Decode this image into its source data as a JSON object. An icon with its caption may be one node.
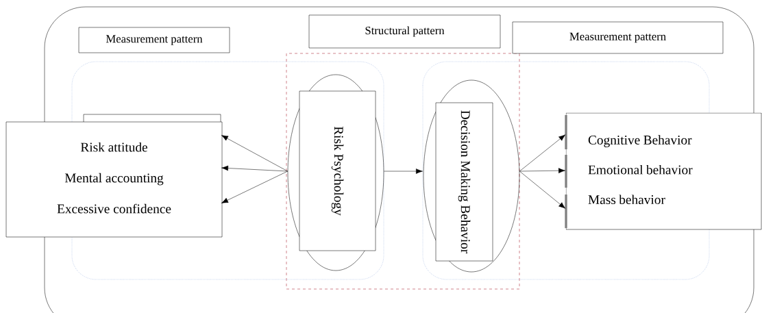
{
  "diagram": {
    "nodes": [
      {
        "text": [
          "Measurement pattern"
        ]
      },
      {
        "text": [
          "Structural pattern"
        ]
      },
      {
        "text": [
          "Measurement pattern"
        ]
      },
      {
        "text": [
          "Risk attitude",
          "Mental accounting",
          "Excessive confidence"
        ]
      },
      {
        "text": [
          "Risk Psychology"
        ]
      },
      {
        "text": [
          "Decision Making Behavior"
        ]
      },
      {
        "text": [
          "Cognitive Behavior",
          "Emotional behavior",
          "Mass behavior"
        ]
      }
    ],
    "edges": [
      {
        "from": 4,
        "to": 3,
        "arrow": "to"
      },
      {
        "from": 4,
        "to": 3,
        "arrow": "to"
      },
      {
        "from": 4,
        "to": 3,
        "arrow": "to"
      },
      {
        "from": 4,
        "to": 5,
        "arrow": "to"
      },
      {
        "from": 5,
        "to": 6,
        "arrow": "to"
      },
      {
        "from": 5,
        "to": 6,
        "arrow": "to"
      },
      {
        "from": 5,
        "to": 6,
        "arrow": "to"
      }
    ]
  }
}
